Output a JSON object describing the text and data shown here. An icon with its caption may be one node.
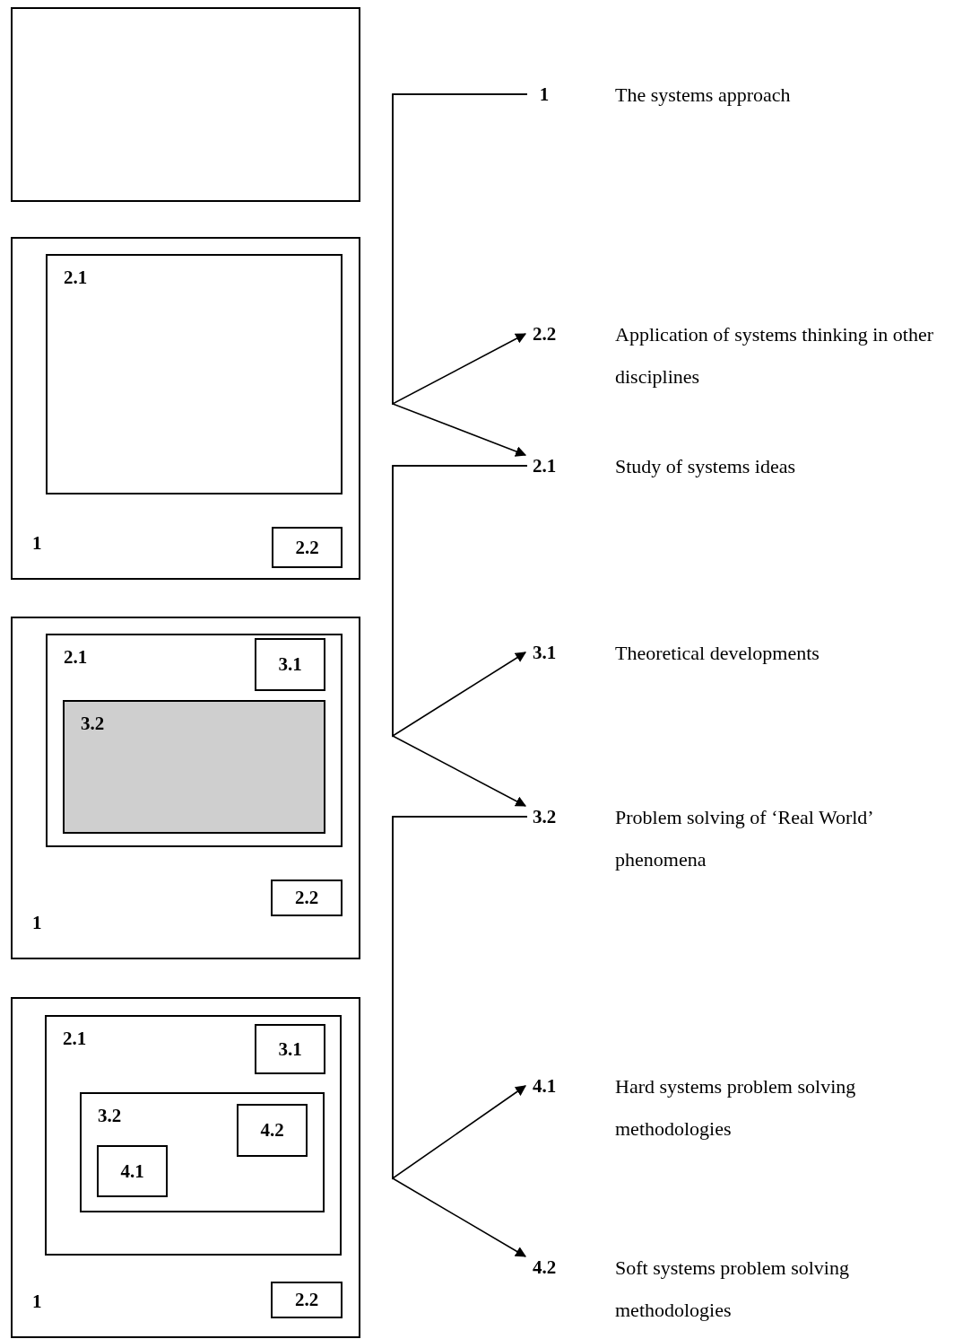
{
  "diagram": {
    "nodes": [
      {
        "text": [],
        "shape": "box"
      },
      {
        "text": [
          "1"
        ]
      },
      {
        "text": [
          "2.1"
        ],
        "in": 1
      },
      {
        "text": [
          "2.2"
        ],
        "in": 1
      },
      {
        "text": [
          "1"
        ]
      },
      {
        "text": [
          "2.1"
        ],
        "in": 4
      },
      {
        "text": [
          "3.1"
        ],
        "in": 5
      },
      {
        "text": [
          "3.2"
        ],
        "in": 5
      },
      {
        "text": [
          "2.2"
        ],
        "in": 4
      },
      {
        "text": [
          "1"
        ]
      },
      {
        "text": [
          "2.1"
        ],
        "in": 9
      },
      {
        "text": [
          "3.1"
        ],
        "in": 10
      },
      {
        "text": [
          "3.2"
        ],
        "in": 10
      },
      {
        "text": [
          "4.2"
        ],
        "in": 12
      },
      {
        "text": [
          "4.1"
        ],
        "in": 12
      },
      {
        "text": [
          "2.2"
        ],
        "in": 9
      },
      {
        "text": [
          "1"
        ],
        "beside": [
          "The systems approach"
        ]
      },
      {
        "text": [
          "2.2"
        ],
        "beside": [
          "Application of systems thinking in other disciplines"
        ]
      },
      {
        "text": [
          "2.1"
        ],
        "beside": [
          "Study of systems ideas"
        ]
      },
      {
        "text": [
          "3.1"
        ],
        "beside": [
          "Theoretical developments"
        ]
      },
      {
        "text": [
          "3.2"
        ],
        "beside": [
          "Problem solving of ‘Real World’ phenomena"
        ]
      },
      {
        "text": [
          "4.1"
        ],
        "beside": [
          "Hard systems problem solving methodologies"
        ]
      },
      {
        "text": [
          "4.2"
        ],
        "beside": [
          "Soft systems problem solving methodologies"
        ]
      }
    ],
    "edges": [
      {
        "from": 16,
        "to": 17,
        "arrow": "to"
      },
      {
        "from": 16,
        "to": 18,
        "arrow": "to"
      },
      {
        "from": 18,
        "to": 19,
        "arrow": "to"
      },
      {
        "from": 18,
        "to": 20,
        "arrow": "to"
      },
      {
        "from": 20,
        "to": 21,
        "arrow": "to"
      },
      {
        "from": 20,
        "to": 22,
        "arrow": "to"
      }
    ]
  }
}
